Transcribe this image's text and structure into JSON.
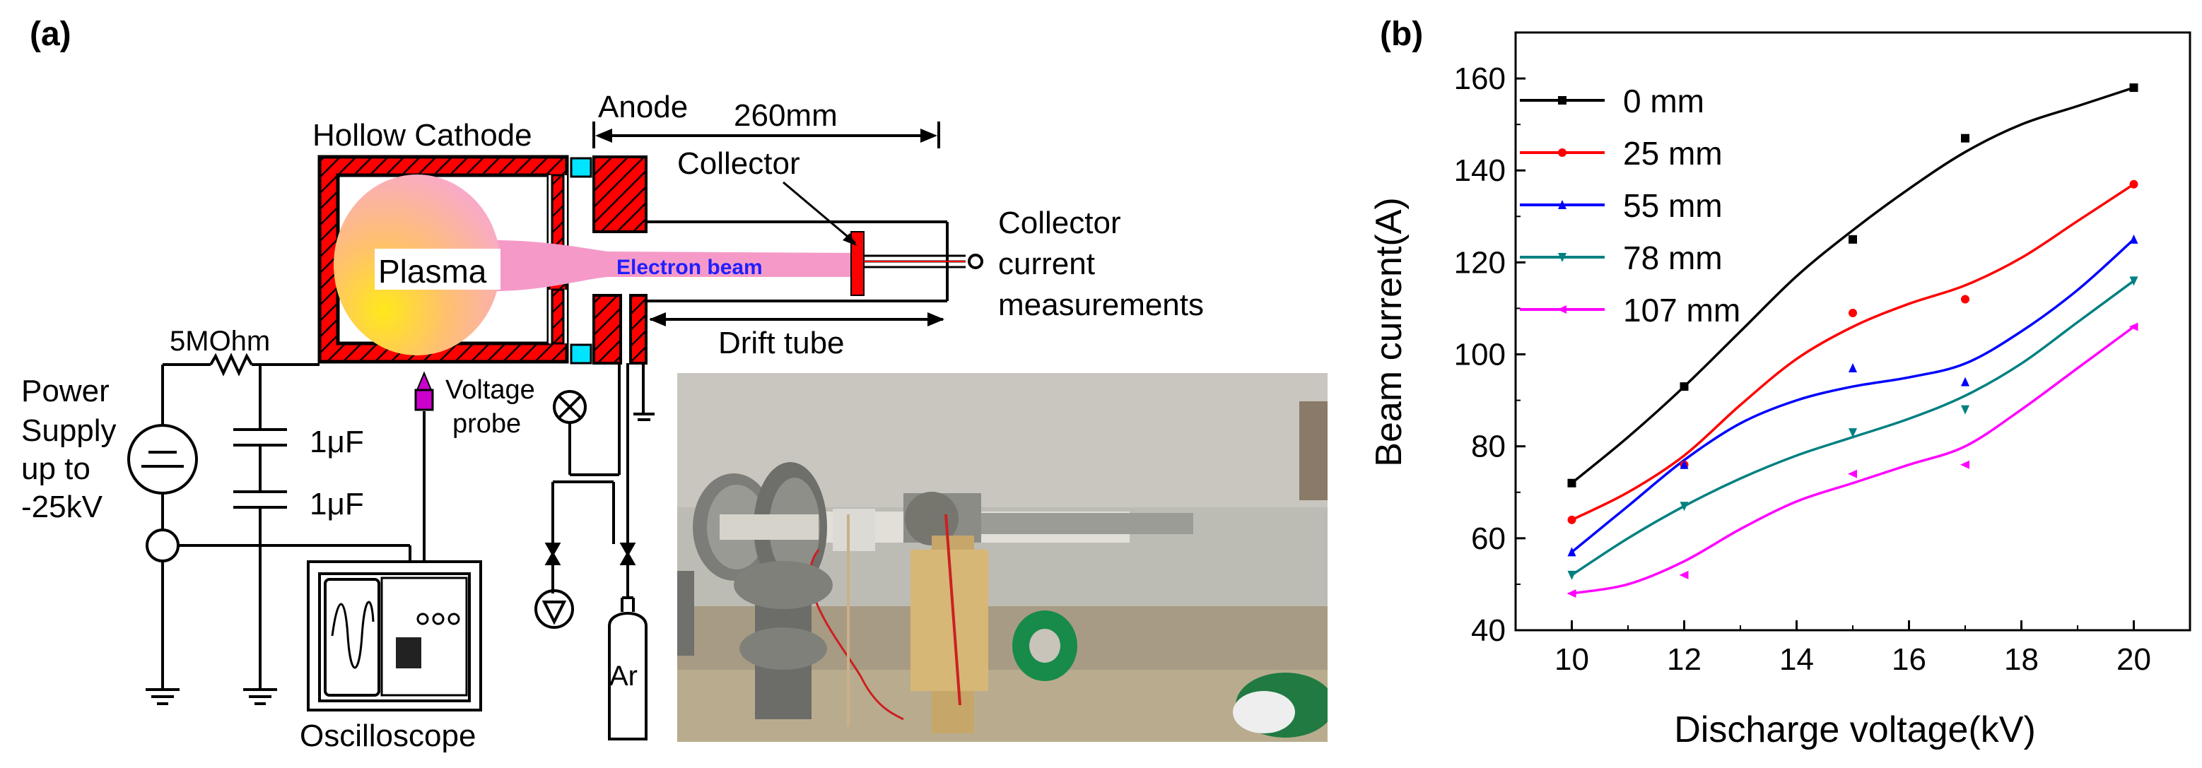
{
  "panel_a": {
    "label": "(a)",
    "labels": {
      "hollow_cathode": "Hollow Cathode",
      "anode": "Anode",
      "dimension": "260mm",
      "collector": "Collector",
      "collector_meas_1": "Collector",
      "collector_meas_2": "current",
      "collector_meas_3": "measurements",
      "plasma": "Plasma",
      "electron_beam": "Electron beam",
      "drift_tube": "Drift tube",
      "resistor": "5MOhm",
      "power_1": "Power",
      "power_2": "Supply",
      "power_3": "up to",
      "power_4": "-25kV",
      "cap1": "1μF",
      "cap2": "1μF",
      "voltage_probe_1": "Voltage",
      "voltage_probe_2": "probe",
      "gas": "Ar",
      "oscilloscope": "Oscilloscope"
    }
  },
  "panel_b": {
    "label": "(b)"
  },
  "colors": {
    "series_0": "#000000",
    "series_25": "#ff0000",
    "series_55": "#0000ff",
    "series_78": "#008080",
    "series_107": "#ff00ff",
    "cathode_red": "#ff0000",
    "insulator_cyan": "#00e5ff",
    "beam_pink": "#f59ac8",
    "beam_text": "#2020ff",
    "probe_magenta": "#cc00cc"
  },
  "chart_data": {
    "type": "line",
    "xlabel": "Discharge voltage(kV)",
    "ylabel": "Beam current(A)",
    "xlim": [
      9,
      21
    ],
    "ylim": [
      40,
      170
    ],
    "xticks": [
      10,
      12,
      14,
      16,
      18,
      20
    ],
    "yticks": [
      40,
      60,
      80,
      100,
      120,
      140,
      160
    ],
    "legend": "top-left",
    "grid": false,
    "series": [
      {
        "name": "0 mm",
        "marker": "square",
        "x": [
          10,
          12,
          15,
          17,
          20
        ],
        "y": [
          72,
          93,
          125,
          147,
          158
        ],
        "fit": [
          [
            10,
            72
          ],
          [
            11,
            82
          ],
          [
            12,
            93
          ],
          [
            13,
            105
          ],
          [
            14,
            117
          ],
          [
            15,
            127
          ],
          [
            16,
            136
          ],
          [
            17,
            144
          ],
          [
            18,
            150
          ],
          [
            19,
            154
          ],
          [
            20,
            158
          ]
        ]
      },
      {
        "name": "25 mm",
        "marker": "circle",
        "x": [
          10,
          12,
          15,
          17,
          20
        ],
        "y": [
          64,
          76,
          109,
          112,
          137
        ],
        "fit": [
          [
            10,
            64
          ],
          [
            11,
            70
          ],
          [
            12,
            78
          ],
          [
            13,
            89
          ],
          [
            14,
            99
          ],
          [
            15,
            106
          ],
          [
            16,
            111
          ],
          [
            17,
            115
          ],
          [
            18,
            121
          ],
          [
            19,
            129
          ],
          [
            20,
            137
          ]
        ]
      },
      {
        "name": "55 mm",
        "marker": "triangle-up",
        "x": [
          10,
          12,
          15,
          17,
          20
        ],
        "y": [
          57,
          76,
          97,
          94,
          125
        ],
        "fit": [
          [
            10,
            57
          ],
          [
            11,
            67
          ],
          [
            12,
            77
          ],
          [
            13,
            85
          ],
          [
            14,
            90
          ],
          [
            15,
            93
          ],
          [
            16,
            95
          ],
          [
            17,
            98
          ],
          [
            18,
            105
          ],
          [
            19,
            114
          ],
          [
            20,
            125
          ]
        ]
      },
      {
        "name": "78 mm",
        "marker": "triangle-down",
        "x": [
          10,
          12,
          15,
          17,
          20
        ],
        "y": [
          52,
          67,
          83,
          88,
          116
        ],
        "fit": [
          [
            10,
            52
          ],
          [
            11,
            60
          ],
          [
            12,
            67
          ],
          [
            13,
            73
          ],
          [
            14,
            78
          ],
          [
            15,
            82
          ],
          [
            16,
            86
          ],
          [
            17,
            91
          ],
          [
            18,
            98
          ],
          [
            19,
            107
          ],
          [
            20,
            116
          ]
        ]
      },
      {
        "name": "107 mm",
        "marker": "triangle-left",
        "x": [
          10,
          12,
          15,
          17,
          20
        ],
        "y": [
          48,
          52,
          74,
          76,
          106
        ],
        "fit": [
          [
            10,
            48
          ],
          [
            11,
            50
          ],
          [
            12,
            55
          ],
          [
            13,
            62
          ],
          [
            14,
            68
          ],
          [
            15,
            72
          ],
          [
            16,
            76
          ],
          [
            17,
            80
          ],
          [
            18,
            88
          ],
          [
            19,
            97
          ],
          [
            20,
            106
          ]
        ]
      }
    ]
  }
}
